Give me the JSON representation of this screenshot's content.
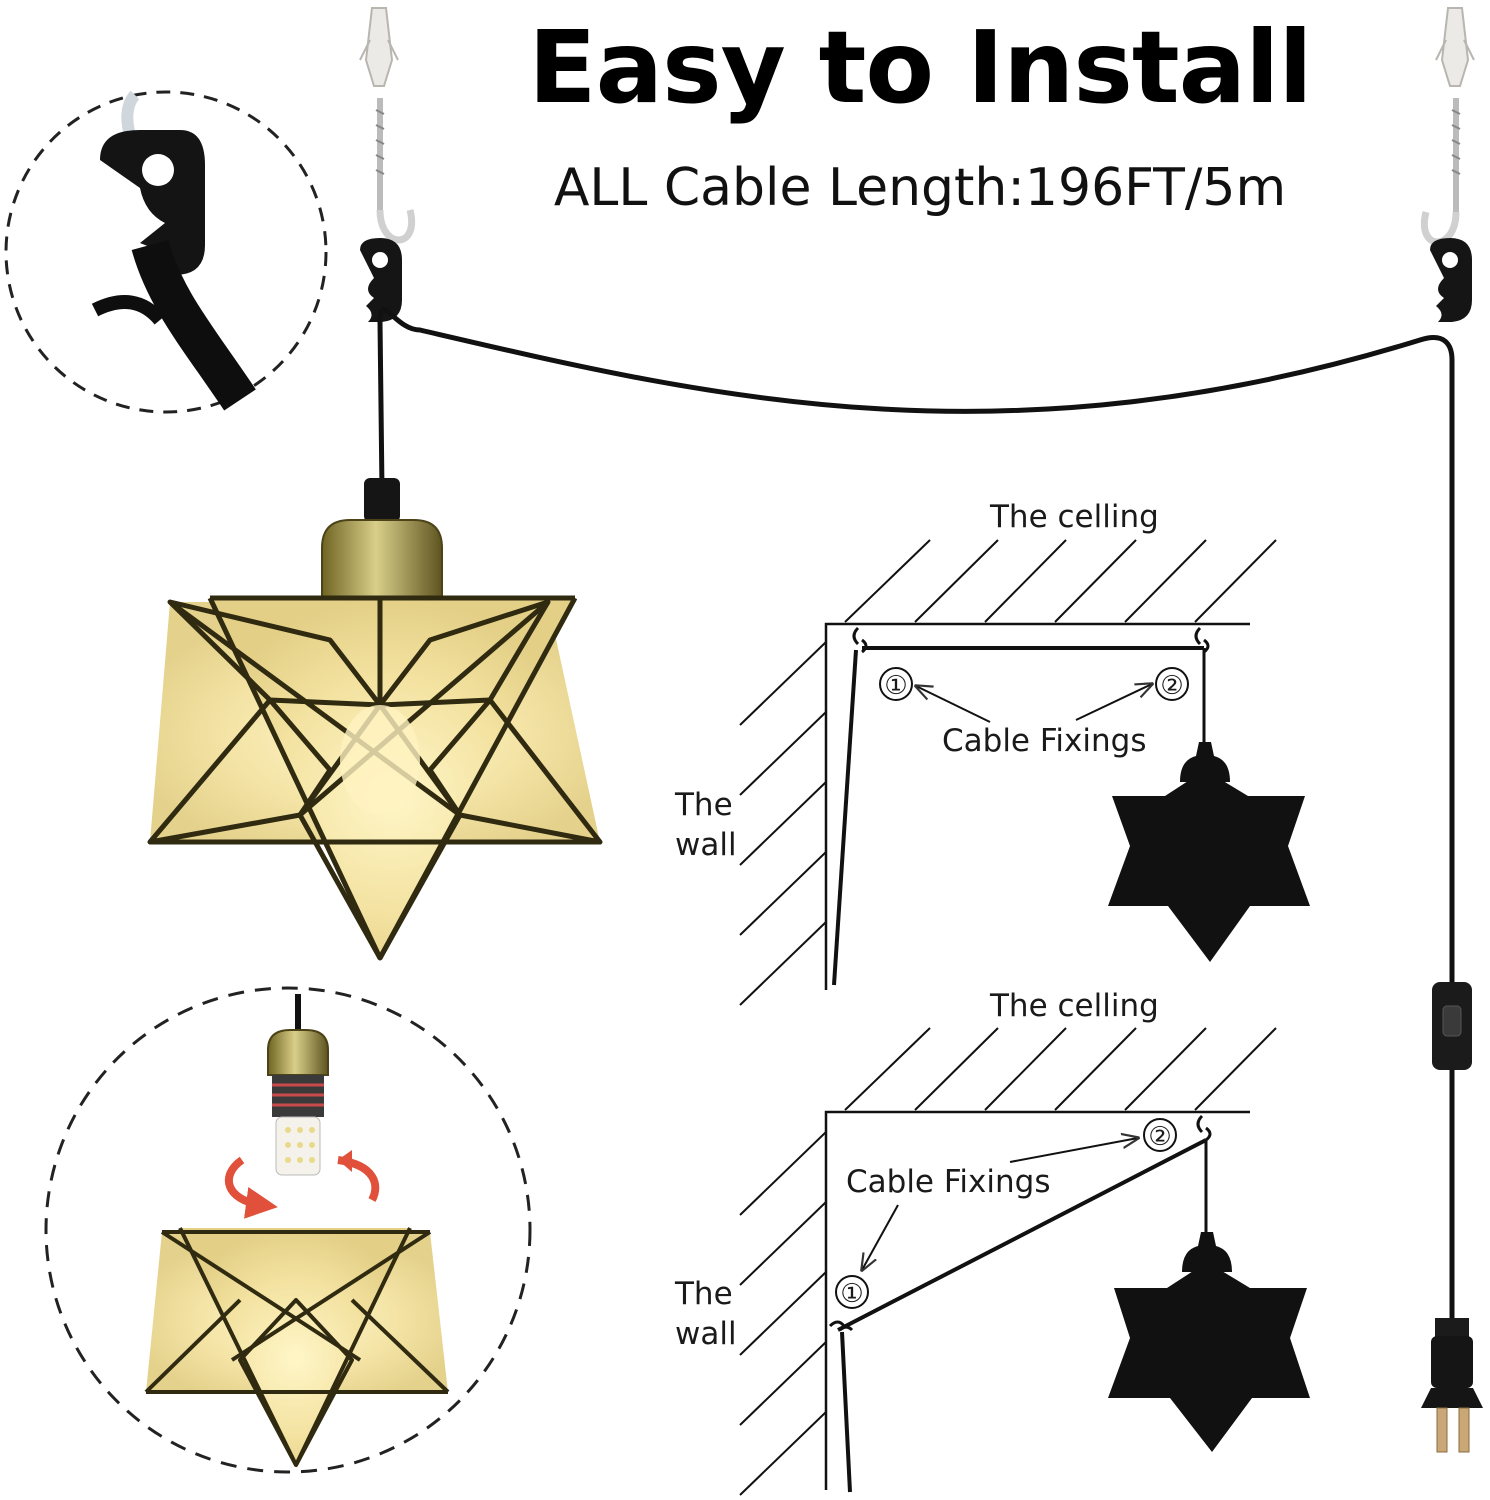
{
  "header": {
    "title": "Easy to Install",
    "subtitle": "ALL Cable Length:196FT/5m"
  },
  "diagram_top": {
    "ceiling_label": "The celling",
    "wall_label_line1": "The",
    "wall_label_line2": "wall",
    "fixings_label": "Cable Fixings",
    "marker_1": "①",
    "marker_2": "②"
  },
  "diagram_bottom": {
    "ceiling_label": "The celling",
    "wall_label_line1": "The",
    "wall_label_line2": "wall",
    "fixings_label": "Cable Fixings",
    "marker_1": "①",
    "marker_2": "②"
  },
  "colors": {
    "brass": "#8a7a2a",
    "glass_glow": "#f3e7a4",
    "cable": "#111111",
    "arrow_red": "#e0503a"
  }
}
